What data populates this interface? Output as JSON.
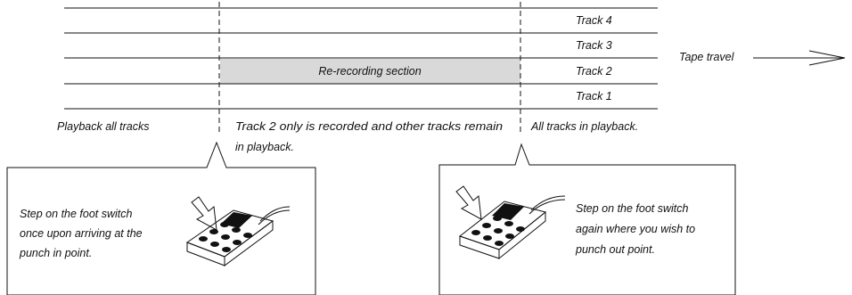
{
  "tracks": {
    "track4": "Track 4",
    "track3": "Track 3",
    "track2": "Track 2",
    "track1": "Track 1"
  },
  "rerecording_label": "Re-recording section",
  "tape_travel_label": "Tape travel",
  "phases": {
    "playback_all": "Playback all tracks",
    "track2_only_line1": "Track 2 only is recorded and other tracks remain",
    "track2_only_line2": "in playback.",
    "all_playback": "All tracks in playback."
  },
  "callouts": {
    "punch_in": {
      "line1": "Step on the foot switch",
      "line2": "once upon arriving at the",
      "line3": "punch in point."
    },
    "punch_out": {
      "line1": "Step on the foot switch",
      "line2": "again where you wish to",
      "line3": "punch out point."
    }
  },
  "colors": {
    "rerecording_fill": "#d9d9d9",
    "lines": "#111111"
  }
}
